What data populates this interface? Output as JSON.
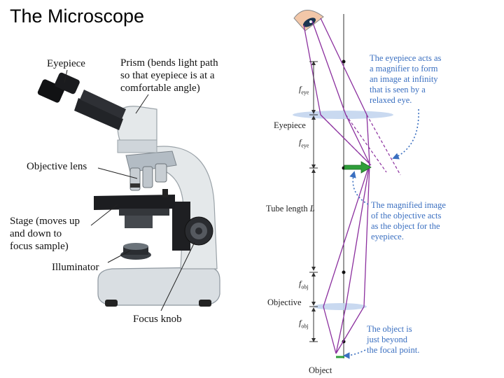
{
  "title": "The Microscope",
  "microscope_labels": {
    "eyepiece": "Eyepiece",
    "prism_1": "Prism (bends light path",
    "prism_2": "so that eyepiece is at a",
    "prism_3": "comfortable angle)",
    "objective_lens": "Objective lens",
    "stage_1": "Stage (moves up",
    "stage_2": "and down to",
    "stage_3": "focus sample)",
    "illuminator": "Illuminator",
    "focus_knob": "Focus knob"
  },
  "ray_diagram": {
    "eyepiece_label": "Eyepiece",
    "objective_label": "Objective",
    "object_label": "Object",
    "tube_length_text": "Tube length",
    "tube_length_symbol": "L",
    "f_symbol": "f",
    "eye_sub": "eye",
    "obj_sub": "obj",
    "note_eyepiece_1": "The eyepiece acts as",
    "note_eyepiece_2": "a magnifier to form",
    "note_eyepiece_3": "an image at infinity",
    "note_eyepiece_4": "that is seen by a",
    "note_eyepiece_5": "relaxed eye.",
    "note_image_1": "The magnified image",
    "note_image_2": "of the objective acts",
    "note_image_3": "as the object for the",
    "note_image_4": "eyepiece.",
    "note_object_1": "The object is",
    "note_object_2": "just beyond",
    "note_object_3": "the focal point."
  },
  "colors": {
    "ray": "#8b2f9e",
    "annotation": "#3a6fc0",
    "lens": "#c3d5ee",
    "image_arrow": "#2f9e3a"
  }
}
